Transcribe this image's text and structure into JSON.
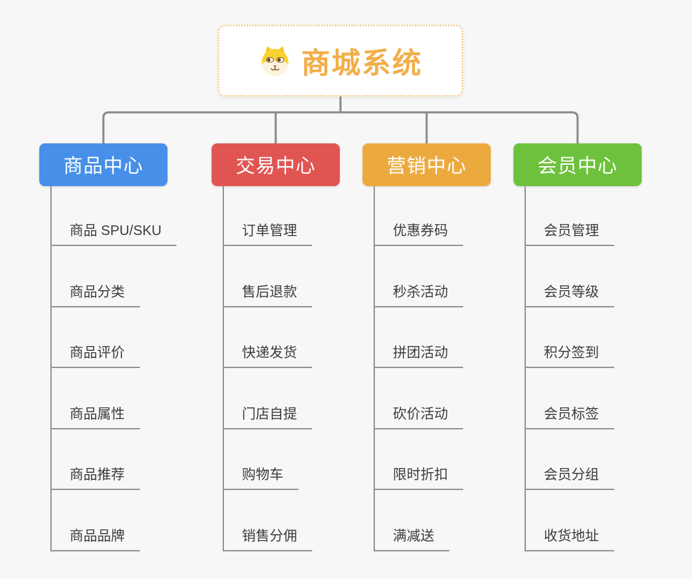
{
  "root": {
    "title": "商城系统",
    "icon": "dog-face-icon"
  },
  "branches": [
    {
      "label": "商品中心",
      "color": "#478fe8",
      "items": [
        "商品 SPU/SKU",
        "商品分类",
        "商品评价",
        "商品属性",
        "商品推荐",
        "商品品牌"
      ]
    },
    {
      "label": "交易中心",
      "color": "#e05552",
      "items": [
        "订单管理",
        "售后退款",
        "快递发货",
        "门店自提",
        "购物车",
        "销售分佣"
      ]
    },
    {
      "label": "营销中心",
      "color": "#ecaa3e",
      "items": [
        "优惠券码",
        "秒杀活动",
        "拼团活动",
        "砍价活动",
        "限时折扣",
        "满减送"
      ]
    },
    {
      "label": "会员中心",
      "color": "#6ec13d",
      "items": [
        "会员管理",
        "会员等级",
        "积分签到",
        "会员标签",
        "会员分组",
        "收货地址"
      ]
    }
  ],
  "colors": {
    "background": "#f7f7f7",
    "connector": "#8a8a8a",
    "underline": "#949494",
    "item_text": "#3b3b40",
    "root_text": "#f2ae4a",
    "root_border": "#f3c576",
    "branch_text": "#ffffff"
  }
}
